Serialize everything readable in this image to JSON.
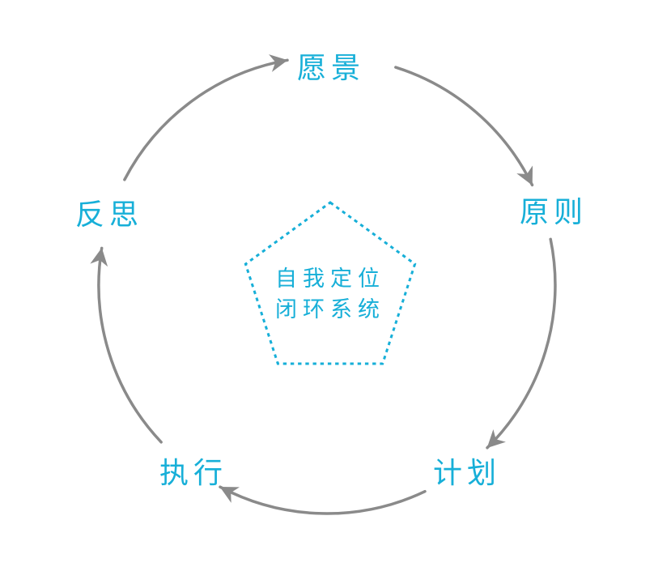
{
  "diagram": {
    "center": {
      "lines": [
        "自我定位",
        "闭环系统"
      ]
    },
    "nodes": [
      {
        "id": "vision",
        "label": "愿景"
      },
      {
        "id": "principles",
        "label": "原则"
      },
      {
        "id": "plan",
        "label": "计划"
      },
      {
        "id": "execute",
        "label": "执行"
      },
      {
        "id": "reflect",
        "label": "反思"
      }
    ],
    "arrows": [
      {
        "from": "reflect",
        "to": "vision"
      },
      {
        "from": "vision",
        "to": "principles"
      },
      {
        "from": "principles",
        "to": "plan"
      },
      {
        "from": "plan",
        "to": "execute"
      },
      {
        "from": "execute",
        "to": "reflect"
      }
    ]
  },
  "colors": {
    "accent": "#17AFD8",
    "arrow": "#8A8A8A",
    "background": "#FFFFFF"
  }
}
